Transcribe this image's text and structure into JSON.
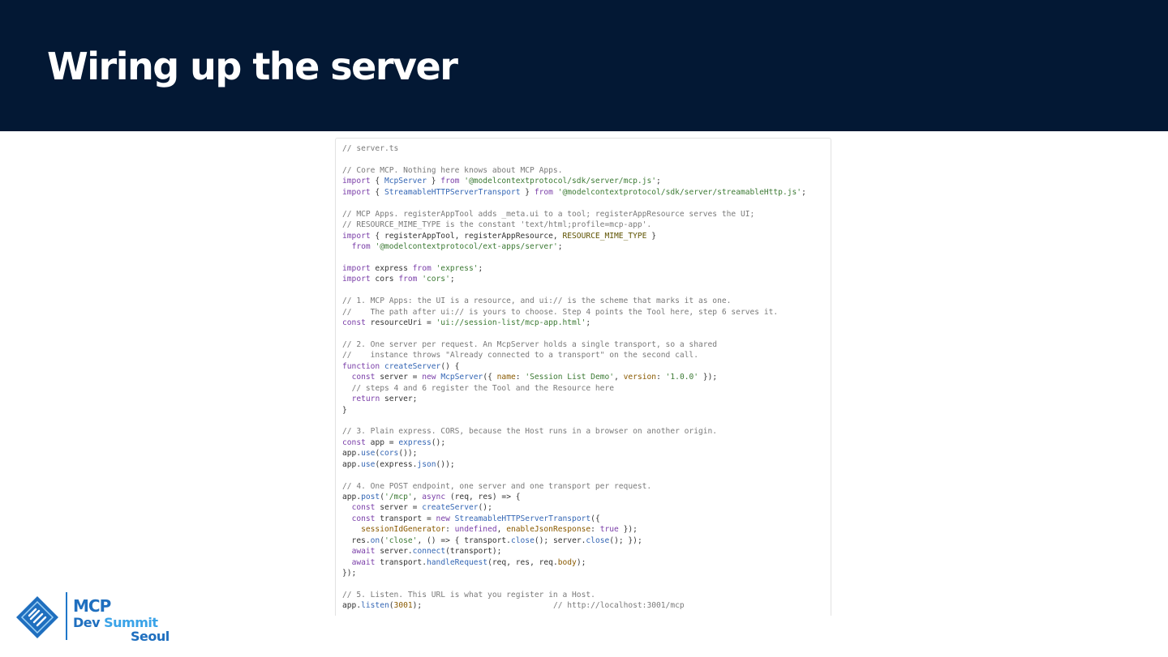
{
  "header": {
    "title": "Wiring up the server"
  },
  "code": {
    "lines": [
      [
        [
          "c",
          "// server.ts"
        ]
      ],
      [],
      [
        [
          "c",
          "// Core MCP. Nothing here knows about MCP Apps."
        ]
      ],
      [
        [
          "k",
          "import"
        ],
        [
          "p",
          " { "
        ],
        [
          "f",
          "McpServer"
        ],
        [
          "p",
          " } "
        ],
        [
          "k",
          "from"
        ],
        [
          "p",
          " "
        ],
        [
          "s",
          "'@modelcontextprotocol/sdk/server/mcp.js'"
        ],
        [
          "p",
          ";"
        ]
      ],
      [
        [
          "k",
          "import"
        ],
        [
          "p",
          " { "
        ],
        [
          "f",
          "StreamableHTTPServerTransport"
        ],
        [
          "p",
          " } "
        ],
        [
          "k",
          "from"
        ],
        [
          "p",
          " "
        ],
        [
          "s",
          "'@modelcontextprotocol/sdk/server/streamableHttp.js'"
        ],
        [
          "p",
          ";"
        ]
      ],
      [],
      [
        [
          "c",
          "// MCP Apps. registerAppTool adds _meta.ui to a tool; registerAppResource serves the UI;"
        ]
      ],
      [
        [
          "c",
          "// RESOURCE_MIME_TYPE is the constant 'text/html;profile=mcp-app'."
        ]
      ],
      [
        [
          "k",
          "import"
        ],
        [
          "p",
          " { registerAppTool, registerAppResource, "
        ],
        [
          "n",
          "RESOURCE_MIME_TYPE"
        ],
        [
          "p",
          " }"
        ]
      ],
      [
        [
          "p",
          "  "
        ],
        [
          "k",
          "from"
        ],
        [
          "p",
          " "
        ],
        [
          "s",
          "'@modelcontextprotocol/ext-apps/server'"
        ],
        [
          "p",
          ";"
        ]
      ],
      [],
      [
        [
          "k",
          "import"
        ],
        [
          "p",
          " express "
        ],
        [
          "k",
          "from"
        ],
        [
          "p",
          " "
        ],
        [
          "s",
          "'express'"
        ],
        [
          "p",
          ";"
        ]
      ],
      [
        [
          "k",
          "import"
        ],
        [
          "p",
          " cors "
        ],
        [
          "k",
          "from"
        ],
        [
          "p",
          " "
        ],
        [
          "s",
          "'cors'"
        ],
        [
          "p",
          ";"
        ]
      ],
      [],
      [
        [
          "c",
          "// 1. MCP Apps: the UI is a resource, and ui:// is the scheme that marks it as one."
        ]
      ],
      [
        [
          "c",
          "//    The path after ui:// is yours to choose. Step 4 points the Tool here, step 6 serves it."
        ]
      ],
      [
        [
          "k",
          "const"
        ],
        [
          "p",
          " resourceUri = "
        ],
        [
          "s",
          "'ui://session-list/mcp-app.html'"
        ],
        [
          "p",
          ";"
        ]
      ],
      [],
      [
        [
          "c",
          "// 2. One server per request. An McpServer holds a single transport, so a shared"
        ]
      ],
      [
        [
          "c",
          "//    instance throws \"Already connected to a transport\" on the second call."
        ]
      ],
      [
        [
          "k",
          "function"
        ],
        [
          "p",
          " "
        ],
        [
          "f",
          "createServer"
        ],
        [
          "p",
          "() {"
        ]
      ],
      [
        [
          "p",
          "  "
        ],
        [
          "k",
          "const"
        ],
        [
          "p",
          " server = "
        ],
        [
          "k",
          "new"
        ],
        [
          "p",
          " "
        ],
        [
          "f",
          "McpServer"
        ],
        [
          "p",
          "({ "
        ],
        [
          "a",
          "name"
        ],
        [
          "p",
          ": "
        ],
        [
          "s",
          "'Session List Demo'"
        ],
        [
          "p",
          ", "
        ],
        [
          "a",
          "version"
        ],
        [
          "p",
          ": "
        ],
        [
          "s",
          "'1.0.0'"
        ],
        [
          "p",
          " });"
        ]
      ],
      [
        [
          "p",
          "  "
        ],
        [
          "c",
          "// steps 4 and 6 register the Tool and the Resource here"
        ]
      ],
      [
        [
          "p",
          "  "
        ],
        [
          "k",
          "return"
        ],
        [
          "p",
          " server;"
        ]
      ],
      [
        [
          "p",
          "}"
        ]
      ],
      [],
      [
        [
          "c",
          "// 3. Plain express. CORS, because the Host runs in a browser on another origin."
        ]
      ],
      [
        [
          "k",
          "const"
        ],
        [
          "p",
          " app = "
        ],
        [
          "f",
          "express"
        ],
        [
          "p",
          "();"
        ]
      ],
      [
        [
          "p",
          "app."
        ],
        [
          "f",
          "use"
        ],
        [
          "p",
          "("
        ],
        [
          "f",
          "cors"
        ],
        [
          "p",
          "());"
        ]
      ],
      [
        [
          "p",
          "app."
        ],
        [
          "f",
          "use"
        ],
        [
          "p",
          "(express."
        ],
        [
          "f",
          "json"
        ],
        [
          "p",
          "());"
        ]
      ],
      [],
      [
        [
          "c",
          "// 4. One POST endpoint, one server and one transport per request."
        ]
      ],
      [
        [
          "p",
          "app."
        ],
        [
          "f",
          "post"
        ],
        [
          "p",
          "("
        ],
        [
          "s",
          "'/mcp'"
        ],
        [
          "p",
          ", "
        ],
        [
          "k",
          "async"
        ],
        [
          "p",
          " (req, res) => {"
        ]
      ],
      [
        [
          "p",
          "  "
        ],
        [
          "k",
          "const"
        ],
        [
          "p",
          " server = "
        ],
        [
          "f",
          "createServer"
        ],
        [
          "p",
          "();"
        ]
      ],
      [
        [
          "p",
          "  "
        ],
        [
          "k",
          "const"
        ],
        [
          "p",
          " transport = "
        ],
        [
          "k",
          "new"
        ],
        [
          "p",
          " "
        ],
        [
          "f",
          "StreamableHTTPServerTransport"
        ],
        [
          "p",
          "({"
        ]
      ],
      [
        [
          "p",
          "    "
        ],
        [
          "a",
          "sessionIdGenerator"
        ],
        [
          "p",
          ": "
        ],
        [
          "k",
          "undefined"
        ],
        [
          "p",
          ", "
        ],
        [
          "a",
          "enableJsonResponse"
        ],
        [
          "p",
          ": "
        ],
        [
          "k",
          "true"
        ],
        [
          "p",
          " });"
        ]
      ],
      [
        [
          "p",
          "  res."
        ],
        [
          "f",
          "on"
        ],
        [
          "p",
          "("
        ],
        [
          "s",
          "'close'"
        ],
        [
          "p",
          ", () => { transport."
        ],
        [
          "f",
          "close"
        ],
        [
          "p",
          "(); server."
        ],
        [
          "f",
          "close"
        ],
        [
          "p",
          "(); });"
        ]
      ],
      [
        [
          "p",
          "  "
        ],
        [
          "k",
          "await"
        ],
        [
          "p",
          " server."
        ],
        [
          "f",
          "connect"
        ],
        [
          "p",
          "(transport);"
        ]
      ],
      [
        [
          "p",
          "  "
        ],
        [
          "k",
          "await"
        ],
        [
          "p",
          " transport."
        ],
        [
          "f",
          "handleRequest"
        ],
        [
          "p",
          "(req, res, req."
        ],
        [
          "a",
          "body"
        ],
        [
          "p",
          ");"
        ]
      ],
      [
        [
          "p",
          "});"
        ]
      ],
      [],
      [
        [
          "c",
          "// 5. Listen. This URL is what you register in a Host."
        ]
      ],
      [
        [
          "p",
          "app."
        ],
        [
          "f",
          "listen"
        ],
        [
          "p",
          "("
        ],
        [
          "a",
          "3001"
        ],
        [
          "p",
          ");                            "
        ],
        [
          "c",
          "// http://localhost:3001/mcp"
        ]
      ]
    ]
  },
  "logo": {
    "line1": "MCP",
    "line2a": "Dev ",
    "line2b": "Summit",
    "line3": "Seoul"
  },
  "colors": {
    "header_bg": "#031834",
    "brand_blue": "#1f6fbf",
    "brand_light": "#3aa3e8"
  }
}
